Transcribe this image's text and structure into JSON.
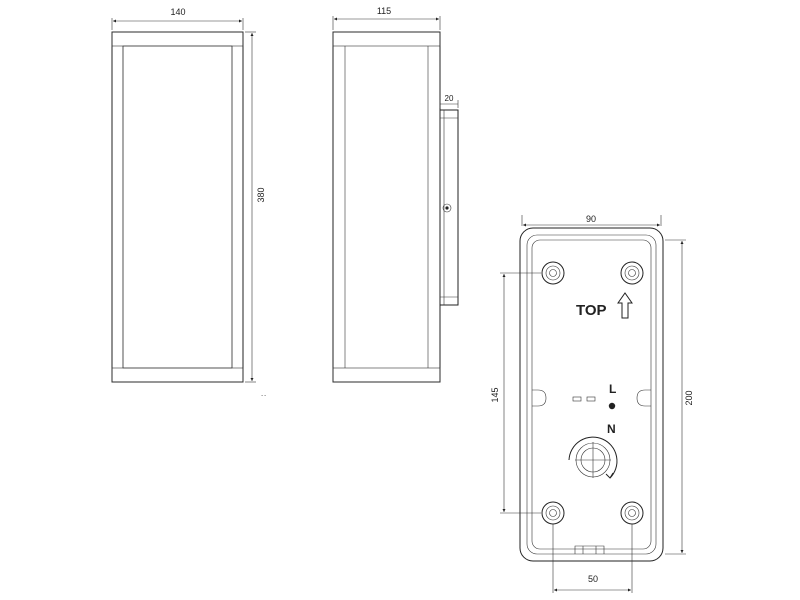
{
  "front_view": {
    "width_label": "140",
    "height_label": "380"
  },
  "side_view": {
    "depth_label": "115",
    "bracket_label": "20"
  },
  "back_view": {
    "width_label": "90",
    "height_label": "200",
    "hole_vertical_label": "145",
    "hole_horizontal_label": "50",
    "top_label": "TOP",
    "terminal_L_label": "L",
    "terminal_N_label": "N"
  }
}
